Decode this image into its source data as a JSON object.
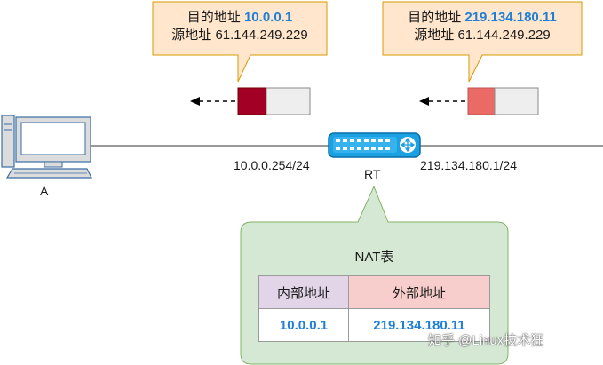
{
  "colors": {
    "callout_fill": "#ffe6cc",
    "callout_border": "#d79b00",
    "highlight": "#1f7fd6",
    "packet_left_dark": "#a20025",
    "packet_right_light": "#ea6b66",
    "packet_body": "#eeeeee",
    "table_panel_fill": "#d5e8d4",
    "table_panel_border": "#82b366",
    "header_internal": "#e1d5e7",
    "header_external": "#f8cecc",
    "router_blue": "#1ba1e2"
  },
  "left_callout": {
    "dst_prefix": "目的地址 ",
    "dst_value": "10.0.0.1",
    "src_line": "源地址 61.144.249.229"
  },
  "right_callout": {
    "dst_prefix": "目的地址 ",
    "dst_value": "219.134.180.11",
    "src_line": "源地址 61.144.249.229"
  },
  "host": {
    "label": "A",
    "icon": "computer-icon"
  },
  "router": {
    "label": "RT",
    "icon": "router-icon"
  },
  "interfaces": {
    "left": "10.0.0.254/24",
    "right": "219.134.180.1/24"
  },
  "nat_table": {
    "title": "NAT表",
    "headers": [
      "内部地址",
      "外部地址"
    ],
    "rows": [
      [
        "10.0.0.1",
        "219.134.180.11"
      ]
    ]
  },
  "watermark": "知乎 @Linux技术狂"
}
